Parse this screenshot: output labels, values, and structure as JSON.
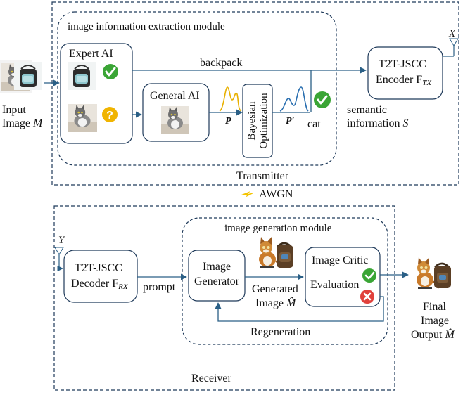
{
  "transmitter": {
    "module_title": "image information extraction module",
    "expert_ai": "Expert AI",
    "general_ai": "General AI",
    "bayesian_line1": "Bayesian",
    "bayesian_line2": "Optimization",
    "p_label": "P",
    "p_prime_label": "P′",
    "backpack_label": "backpack",
    "cat_label": "cat",
    "encoder_line1": "T2T-JSCC",
    "encoder_line2": "Encoder F",
    "encoder_sub": "TX",
    "antenna_label": "X",
    "semantic_line1": "semantic",
    "semantic_line2": "information",
    "semantic_var": "S",
    "input_line1": "Input",
    "input_line2": "Image",
    "input_var": "M",
    "section_label": "Transmitter"
  },
  "channel": {
    "label": "AWGN"
  },
  "receiver": {
    "module_title": "image generation module",
    "antenna_label": "Y",
    "decoder_line1": "T2T-JSCC",
    "decoder_line2": "Decoder F",
    "decoder_sub": "RX",
    "prompt_label": "prompt",
    "generator_line1": "Image",
    "generator_line2": "Generator",
    "generated_line1": "Generated",
    "generated_line2": "Image",
    "generated_var": "M̂",
    "critic_line1": "Image Critic",
    "critic_line2": "Evaluation",
    "regeneration_label": "Regeneration",
    "final_line1": "Final",
    "final_line2": "Image",
    "final_line3": "Output",
    "final_var": "M̂",
    "section_label": "Receiver"
  },
  "colors": {
    "border": "#1f3a5a",
    "arrow": "#2a5f86",
    "check_green": "#3aa535",
    "question_yellow": "#f0b400",
    "cross_red": "#e0413c",
    "curve_gold": "#e8b000",
    "curve_blue": "#2a6fb0",
    "lightning": "#f3c300"
  },
  "icons": [
    "check-icon",
    "question-icon",
    "cross-icon",
    "antenna-icon",
    "lightning-icon",
    "cat-image",
    "backpack-image"
  ]
}
